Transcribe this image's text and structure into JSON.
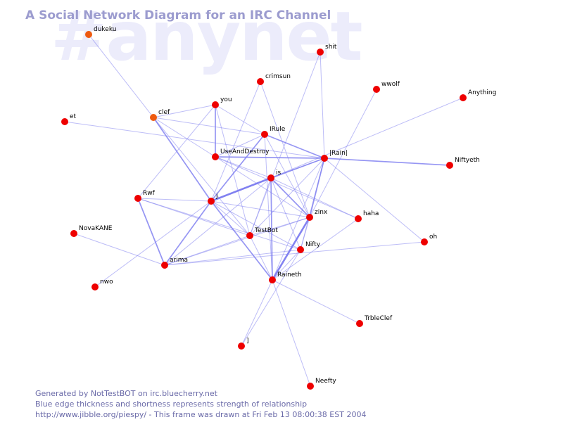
{
  "title": "A Social Network Diagram for an IRC Channel",
  "channel_watermark": "#anynet",
  "footer": {
    "line1": "Generated by NotTestBOT on irc.bluecherry.net",
    "line2": "Blue edge thickness and shortness represents strength of relationship",
    "line3": "http://www.jibble.org/piespy/ - This frame was drawn at Fri Feb 13 08:00:38 EST 2004"
  },
  "colors": {
    "node": "#ee0000",
    "node_orange": "#ee5a10",
    "edge": "#7c7cf0",
    "title": "#9c9ccf",
    "watermark": "#ececfb",
    "footer": "#6a6aa8"
  },
  "nodes": [
    {
      "id": "dukeku",
      "label": "dukeku",
      "color": "orange"
    },
    {
      "id": "shit",
      "label": "shit"
    },
    {
      "id": "crimsun",
      "label": "crimsun"
    },
    {
      "id": "wwolf",
      "label": "wwolf"
    },
    {
      "id": "Anything",
      "label": "Anything"
    },
    {
      "id": "you",
      "label": "you"
    },
    {
      "id": "et",
      "label": "et"
    },
    {
      "id": "clef",
      "label": "clef",
      "color": "orange"
    },
    {
      "id": "IRule",
      "label": "IRule"
    },
    {
      "id": "UseAndDestroy",
      "label": "UseAndDestroy"
    },
    {
      "id": "Rain",
      "label": "|Rain|"
    },
    {
      "id": "Niftyeth",
      "label": "Niftyeth"
    },
    {
      "id": "is",
      "label": "is"
    },
    {
      "id": "Rwf",
      "label": "Rwf"
    },
    {
      "id": "j",
      "label": "j"
    },
    {
      "id": "zinx",
      "label": "zinx"
    },
    {
      "id": "haha",
      "label": "haha"
    },
    {
      "id": "NovaKANE",
      "label": "NovaKANE"
    },
    {
      "id": "TestBot",
      "label": "TestBot"
    },
    {
      "id": "oh",
      "label": "oh"
    },
    {
      "id": "Nifty",
      "label": "Nifty"
    },
    {
      "id": "arima",
      "label": "arima"
    },
    {
      "id": "Raineth",
      "label": "Raineth"
    },
    {
      "id": "nwo",
      "label": "nwo"
    },
    {
      "id": "TrbleClef",
      "label": "TrbleClef"
    },
    {
      "id": "bracket",
      "label": "]"
    },
    {
      "id": "Neefty",
      "label": "Neefty"
    }
  ],
  "edges": [
    {
      "from": "j",
      "to": "is",
      "weight": 3
    },
    {
      "from": "is",
      "to": "Rain",
      "weight": 2
    },
    {
      "from": "UseAndDestroy",
      "to": "Rain",
      "weight": 2
    },
    {
      "from": "zinx",
      "to": "Raineth",
      "weight": 3
    },
    {
      "from": "Rain",
      "to": "zinx",
      "weight": 2
    },
    {
      "from": "j",
      "to": "arima",
      "weight": 2
    },
    {
      "from": "j",
      "to": "Raineth",
      "weight": 2
    },
    {
      "from": "clef",
      "to": "j",
      "weight": 2
    },
    {
      "from": "Rwf",
      "to": "arima",
      "weight": 2
    },
    {
      "from": "IRule",
      "to": "Rain",
      "weight": 2
    },
    {
      "from": "you",
      "to": "UseAndDestroy",
      "weight": 2
    },
    {
      "from": "Rain",
      "to": "Niftyeth",
      "weight": 2
    },
    {
      "from": "is",
      "to": "zinx",
      "weight": 2
    },
    {
      "from": "j",
      "to": "IRule",
      "weight": 2
    },
    {
      "from": "is",
      "to": "Raineth",
      "weight": 2
    },
    {
      "from": "TestBot",
      "to": "Raineth",
      "weight": 1
    },
    {
      "from": "clef",
      "to": "you",
      "weight": 1
    },
    {
      "from": "dukeku",
      "to": "clef",
      "weight": 1
    },
    {
      "from": "clef",
      "to": "IRule",
      "weight": 1
    },
    {
      "from": "clef",
      "to": "UseAndDestroy",
      "weight": 1
    },
    {
      "from": "clef",
      "to": "TestBot",
      "weight": 1
    },
    {
      "from": "et",
      "to": "Rain",
      "weight": 1
    },
    {
      "from": "you",
      "to": "IRule",
      "weight": 1
    },
    {
      "from": "you",
      "to": "Rwf",
      "weight": 1
    },
    {
      "from": "you",
      "to": "TestBot",
      "weight": 1
    },
    {
      "from": "crimsun",
      "to": "j",
      "weight": 1
    },
    {
      "from": "crimsun",
      "to": "zinx",
      "weight": 1
    },
    {
      "from": "shit",
      "to": "Rain",
      "weight": 1
    },
    {
      "from": "shit",
      "to": "TestBot",
      "weight": 1
    },
    {
      "from": "wwolf",
      "to": "zinx",
      "weight": 1
    },
    {
      "from": "Anything",
      "to": "is",
      "weight": 1
    },
    {
      "from": "IRule",
      "to": "UseAndDestroy",
      "weight": 1
    },
    {
      "from": "IRule",
      "to": "zinx",
      "weight": 1
    },
    {
      "from": "IRule",
      "to": "Raineth",
      "weight": 1
    },
    {
      "from": "UseAndDestroy",
      "to": "is",
      "weight": 1
    },
    {
      "from": "UseAndDestroy",
      "to": "zinx",
      "weight": 1
    },
    {
      "from": "UseAndDestroy",
      "to": "haha",
      "weight": 1
    },
    {
      "from": "Rain",
      "to": "j",
      "weight": 1
    },
    {
      "from": "Rain",
      "to": "Nifty",
      "weight": 1
    },
    {
      "from": "Rain",
      "to": "TestBot",
      "weight": 1
    },
    {
      "from": "Rain",
      "to": "oh",
      "weight": 1
    },
    {
      "from": "Rain",
      "to": "Raineth",
      "weight": 1
    },
    {
      "from": "is",
      "to": "haha",
      "weight": 1
    },
    {
      "from": "is",
      "to": "TestBot",
      "weight": 1
    },
    {
      "from": "is",
      "to": "Nifty",
      "weight": 1
    },
    {
      "from": "is",
      "to": "arima",
      "weight": 1
    },
    {
      "from": "Rwf",
      "to": "j",
      "weight": 1
    },
    {
      "from": "Rwf",
      "to": "TestBot",
      "weight": 1
    },
    {
      "from": "Rwf",
      "to": "Nifty",
      "weight": 1
    },
    {
      "from": "j",
      "to": "zinx",
      "weight": 1
    },
    {
      "from": "j",
      "to": "TestBot",
      "weight": 1
    },
    {
      "from": "j",
      "to": "Nifty",
      "weight": 1
    },
    {
      "from": "j",
      "to": "nwo",
      "weight": 1
    },
    {
      "from": "zinx",
      "to": "TestBot",
      "weight": 1
    },
    {
      "from": "zinx",
      "to": "Nifty",
      "weight": 1
    },
    {
      "from": "zinx",
      "to": "arima",
      "weight": 1
    },
    {
      "from": "haha",
      "to": "Raineth",
      "weight": 1
    },
    {
      "from": "NovaKANE",
      "to": "arima",
      "weight": 1
    },
    {
      "from": "TestBot",
      "to": "arima",
      "weight": 1
    },
    {
      "from": "Nifty",
      "to": "arima",
      "weight": 1
    },
    {
      "from": "Nifty",
      "to": "Raineth",
      "weight": 1
    },
    {
      "from": "Nifty",
      "to": "bracket",
      "weight": 1
    },
    {
      "from": "arima",
      "to": "oh",
      "weight": 1
    },
    {
      "from": "Raineth",
      "to": "TrbleClef",
      "weight": 1
    },
    {
      "from": "Raineth",
      "to": "Neefty",
      "weight": 1
    },
    {
      "from": "Raineth",
      "to": "bracket",
      "weight": 1
    }
  ]
}
